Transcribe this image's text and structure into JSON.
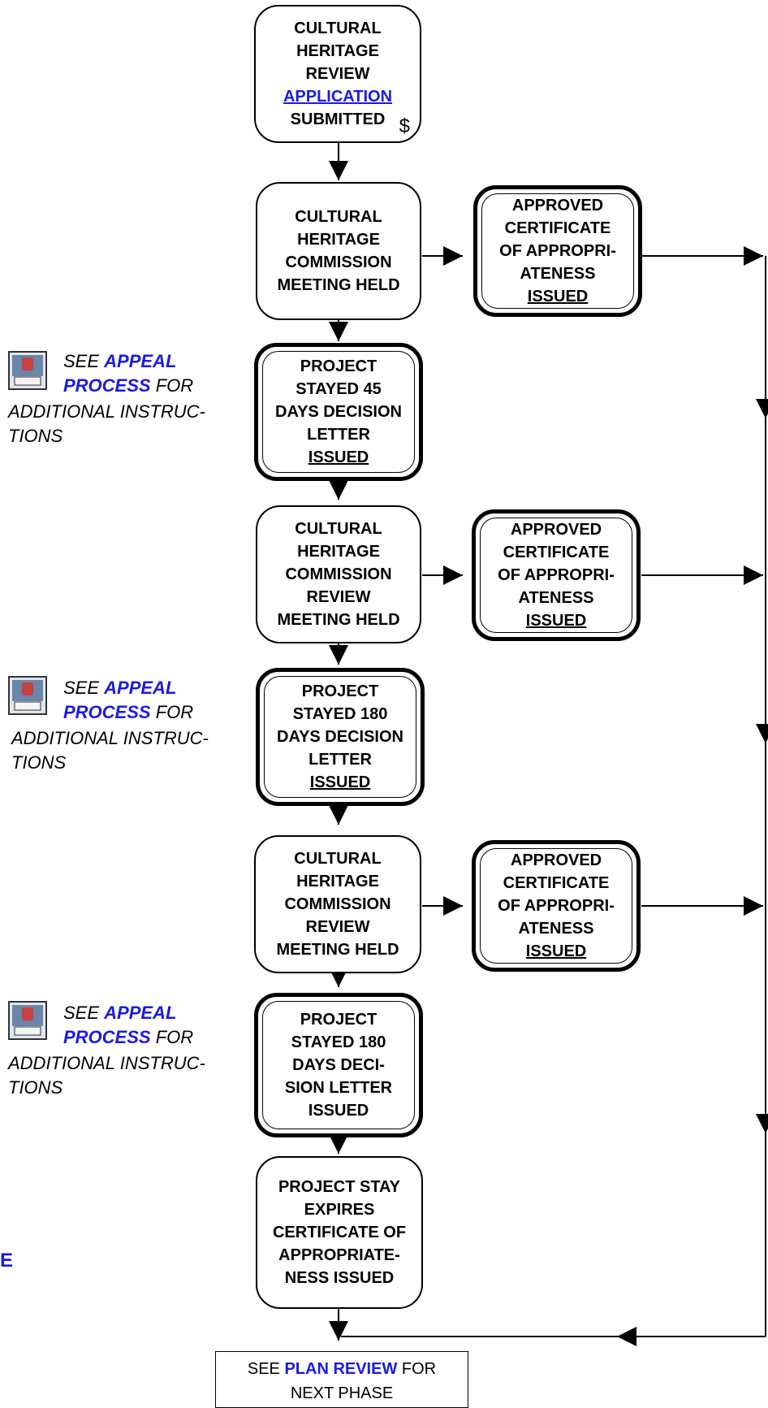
{
  "start_box": {
    "line1": "CULTURAL",
    "line2": "HERITAGE",
    "line3": "REVIEW",
    "link": "APPLICATION",
    "line4": "SUBMITTED",
    "fee_symbol": "$"
  },
  "meeting_1": {
    "lines": [
      "CULTURAL",
      "HERITAGE",
      "COMMISSION",
      "MEETING HELD"
    ]
  },
  "approved_1": {
    "lines": [
      "APPROVED",
      "CERTIFICATE",
      "OF APPROPRI-",
      "ATENESS"
    ],
    "last": "ISSUED"
  },
  "stay_1": {
    "lines": [
      "PROJECT",
      "STAYED 45",
      "DAYS DECISION",
      "LETTER"
    ],
    "last": "ISSUED"
  },
  "meeting_2": {
    "lines": [
      "CULTURAL",
      "HERITAGE",
      "COMMISSION",
      "REVIEW",
      "MEETING HELD"
    ]
  },
  "approved_2": {
    "lines": [
      "APPROVED",
      "CERTIFICATE",
      "OF APPROPRI-",
      "ATENESS"
    ],
    "last": "ISSUED"
  },
  "stay_2": {
    "lines": [
      "PROJECT",
      "STAYED 180",
      "DAYS DECISION",
      "LETTER"
    ],
    "last": "ISSUED"
  },
  "meeting_3": {
    "lines": [
      "CULTURAL",
      "HERITAGE",
      "COMMISSION",
      "REVIEW",
      "MEETING HELD"
    ]
  },
  "approved_3": {
    "lines": [
      "APPROVED",
      "CERTIFICATE",
      "OF APPROPRI-",
      "ATENESS"
    ],
    "last": "ISSUED"
  },
  "stay_3": {
    "lines": [
      "PROJECT",
      "STAYED 180",
      "DAYS DECI-",
      "SION LETTER",
      "ISSUED"
    ]
  },
  "expires_box": {
    "lines": [
      "PROJECT STAY",
      "EXPIRES",
      "CERTIFICATE OF",
      "APPROPRIATE-",
      "NESS ISSUED"
    ]
  },
  "appeal_note": {
    "see": "SEE ",
    "link1": "APPEAL",
    "link2": "PROCESS",
    "for": " FOR",
    "line3": "ADDITIONAL INSTRUC-",
    "line4": "TIONS"
  },
  "plan_box": {
    "see": "SEE ",
    "link": "PLAN REVIEW",
    "for": " FOR",
    "line2": "NEXT PHASE"
  },
  "side_letter": "E",
  "icon_names": {
    "appeal": "appeal-process-icon",
    "arrow": "arrow-icon"
  },
  "colors": {
    "link": "#1a1ae6",
    "line": "#000000",
    "background": "#ffffff"
  }
}
